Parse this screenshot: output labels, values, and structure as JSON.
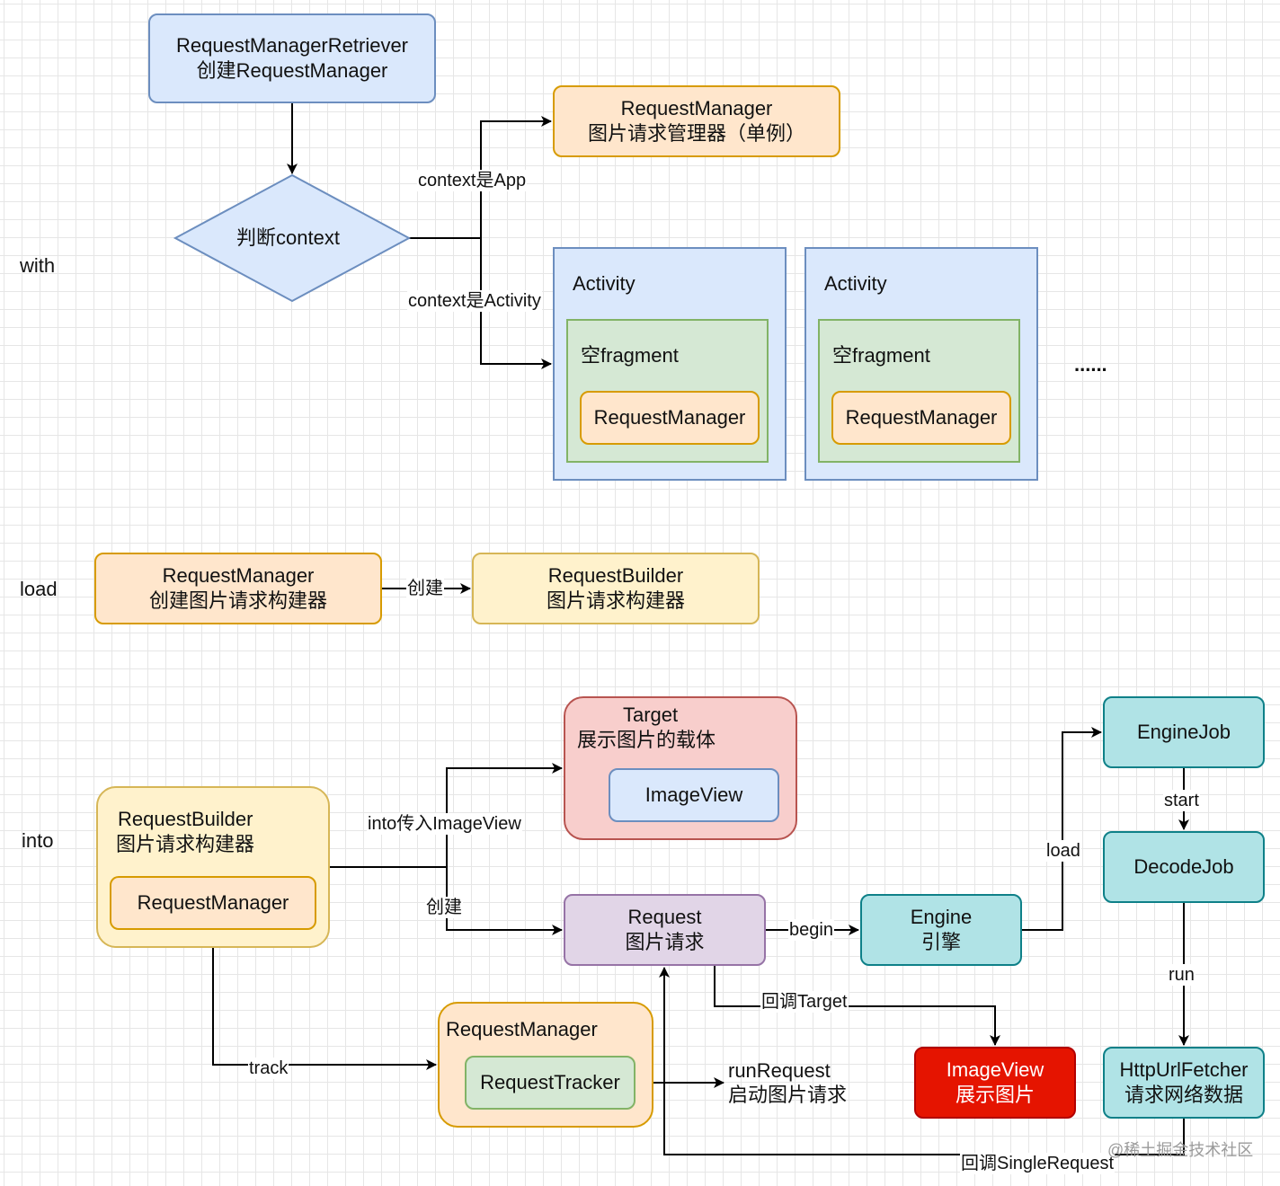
{
  "lanes": {
    "with": "with",
    "load": "load",
    "into": "into"
  },
  "nodes": {
    "retriever": {
      "line1": "RequestManagerRetriever",
      "line2": "创建RequestManager"
    },
    "judge": "判断context",
    "rm_singleton": {
      "line1": "RequestManager",
      "line2": "图片请求管理器（单例）"
    },
    "activity1": {
      "title": "Activity",
      "fragment": "空fragment",
      "rm": "RequestManager"
    },
    "activity2": {
      "title": "Activity",
      "fragment": "空fragment",
      "rm": "RequestManager"
    },
    "ellipsis": "......",
    "rm_load": {
      "line1": "RequestManager",
      "line2": "创建图片请求构建器"
    },
    "builder_load": {
      "line1": "RequestBuilder",
      "line2": "图片请求构建器"
    },
    "builder_into": {
      "line1": "RequestBuilder",
      "line2": "图片请求构建器",
      "rm": "RequestManager"
    },
    "target": {
      "line1": "Target",
      "line2": "展示图片的载体",
      "imageview": "ImageView"
    },
    "request": {
      "line1": "Request",
      "line2": "图片请求"
    },
    "engine": {
      "line1": "Engine",
      "line2": "引擎"
    },
    "enginejob": "EngineJob",
    "decodejob": "DecodeJob",
    "fetcher": {
      "line1": "HttpUrlFetcher",
      "line2": "请求网络数据"
    },
    "rm_into": {
      "title": "RequestManager",
      "tracker": "RequestTracker"
    },
    "imageview_show": {
      "line1": "ImageView",
      "line2": "展示图片"
    }
  },
  "edges": {
    "context_app": "context是App",
    "context_activity": "context是Activity",
    "create_load": "创建",
    "into_imageview": "into传入ImageView",
    "create_into": "创建",
    "begin": "begin",
    "load": "load",
    "start": "start",
    "run": "run",
    "callback_target": "回调Target",
    "track": "track",
    "run_request": {
      "line1": "runRequest",
      "line2": "启动图片请求"
    },
    "callback_single": "回调SingleRequest"
  },
  "watermark": "@稀土掘金技术社区"
}
